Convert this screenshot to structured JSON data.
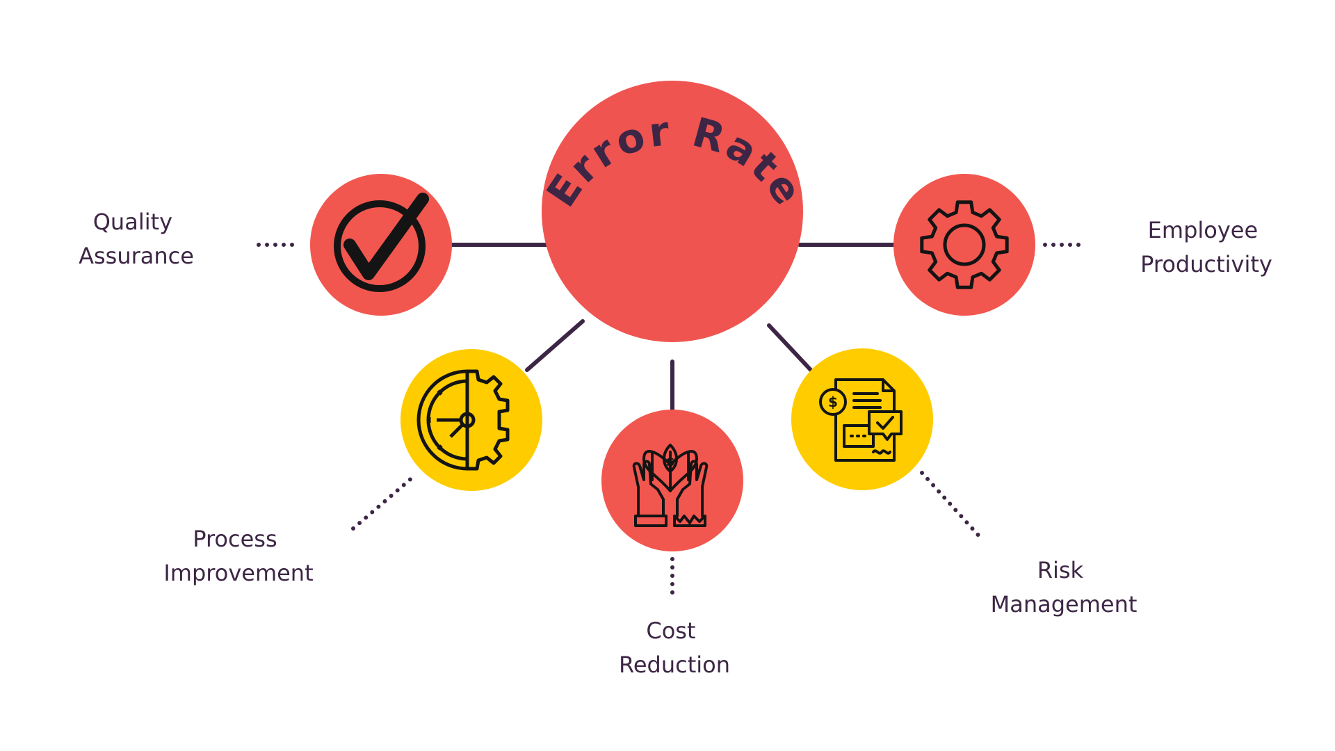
{
  "title_text": "Error Rate",
  "colors": {
    "background": "#ffffff",
    "coral": "#f2574f",
    "coral_center": "#ef5450",
    "yellow": "#ffcc00",
    "connector": "#3d2645",
    "label_text": "#3d2645",
    "icon_stroke": "#141414",
    "title_text": "#3d2645"
  },
  "nodes": [
    {
      "id": "quality-assurance",
      "label_lines": [
        "Quality",
        "Assurance"
      ],
      "icon": "checkmark-icon",
      "color": "coral"
    },
    {
      "id": "employee-productivity",
      "label_lines": [
        "Employee",
        "Productivity"
      ],
      "icon": "gear-icon",
      "color": "coral"
    },
    {
      "id": "process-improvement",
      "label_lines": [
        "Process",
        "Improvement"
      ],
      "icon": "clock-gear-icon",
      "color": "yellow"
    },
    {
      "id": "cost-reduction",
      "label_lines": [
        "Cost",
        "Reduction"
      ],
      "icon": "hands-money-icon",
      "color": "coral"
    },
    {
      "id": "risk-management",
      "label_lines": [
        "Risk",
        "Management"
      ],
      "icon": "document-finance-icon",
      "color": "yellow"
    }
  ]
}
